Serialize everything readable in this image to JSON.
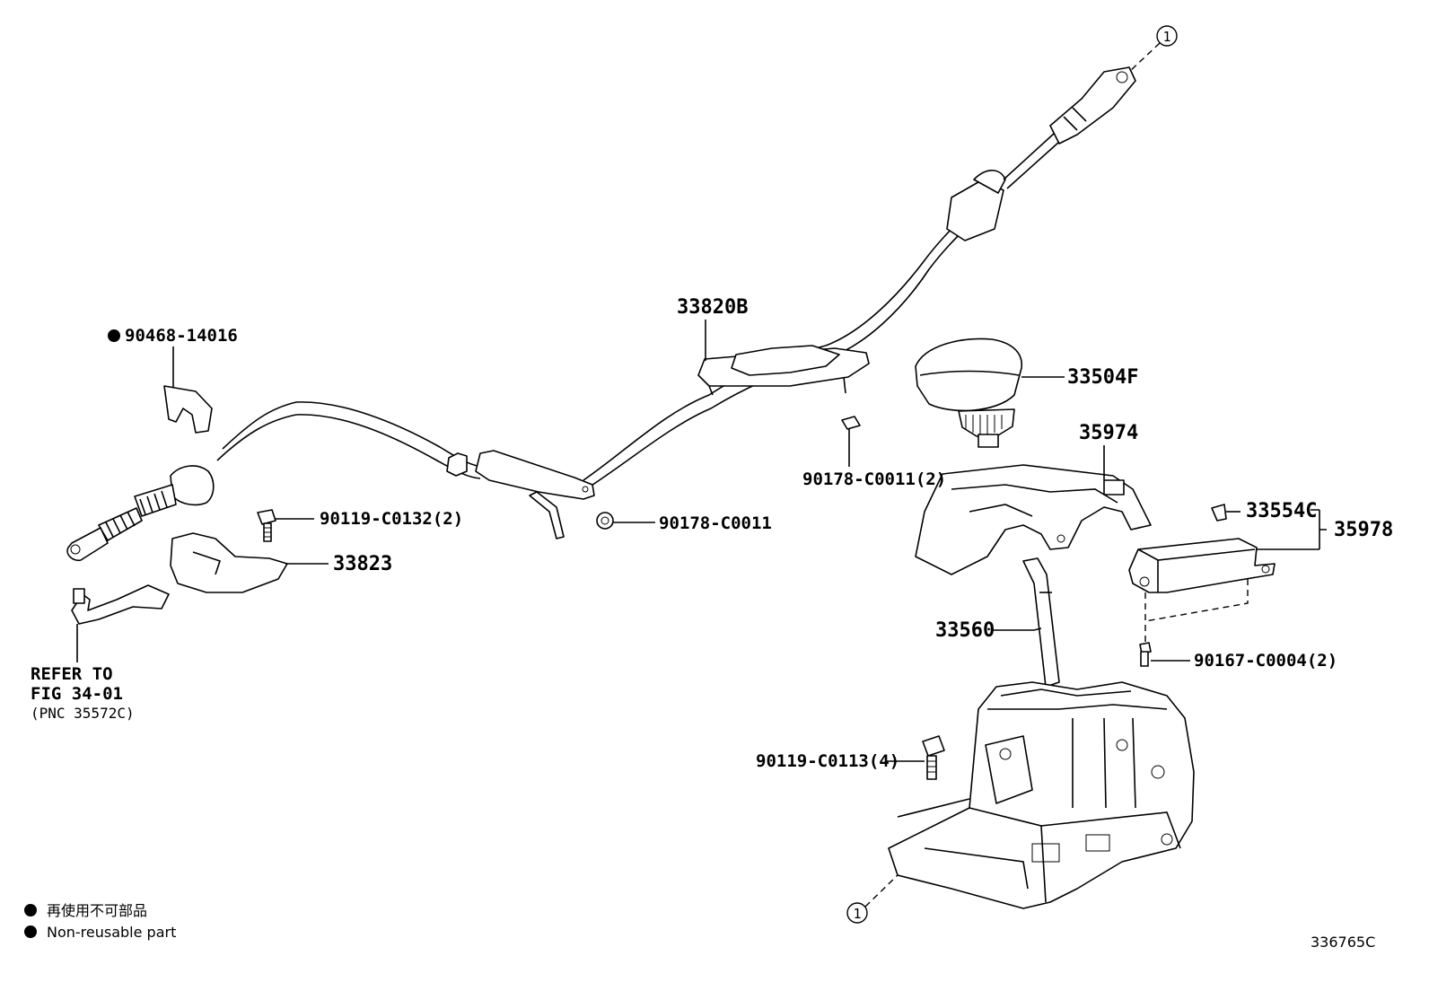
{
  "labels": {
    "p33820B": "33820B",
    "p90468": "90468-14016",
    "p33504F": "33504F",
    "p35974": "35974",
    "p90178_2": "90178-C0011(2)",
    "p90119_0132": "90119-C0132(2)",
    "p90178": "90178-C0011",
    "p33823": "33823",
    "p33554C": "33554C",
    "p35978": "35978",
    "p33560": "33560",
    "p90167": "90167-C0004(2)",
    "p90119_0113": "90119-C0113(4)"
  },
  "reference": {
    "line1": "REFER TO",
    "line2": "FIG 34-01",
    "line3": "(PNC 35572C)"
  },
  "connectors": {
    "top": "1",
    "bottom": "1"
  },
  "legend": {
    "jp": "再使用不可部品",
    "en": "Non-reusable part"
  },
  "figure_id": "336765C"
}
